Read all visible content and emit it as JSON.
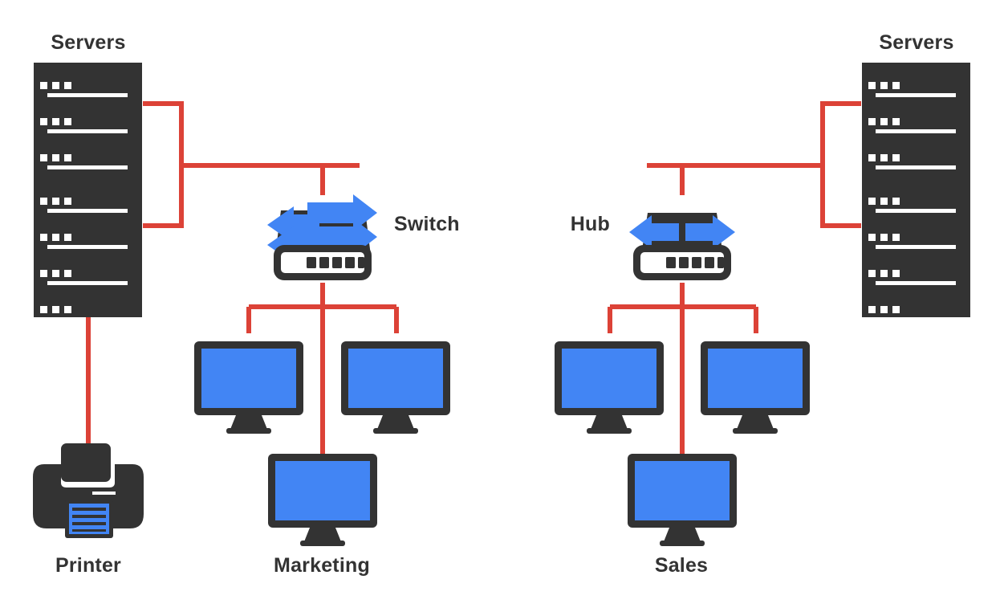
{
  "diagram": {
    "title": "Network topology diagram",
    "background": "#ffffff",
    "colors": {
      "dark": "#333333",
      "blue": "#4285F4",
      "red": "#DC4237",
      "white": "#ffffff"
    },
    "link_color": "#DC4237",
    "link_width": 6
  },
  "labels": {
    "servers_left": "Servers",
    "servers_right": "Servers",
    "switch": "Switch",
    "hub": "Hub",
    "printer": "Printer",
    "marketing": "Marketing",
    "sales": "Sales"
  },
  "nodes": {
    "servers_left_top": {
      "type": "server-rack",
      "units": 4,
      "leds": 3
    },
    "servers_left_bottom": {
      "type": "server-rack",
      "units": 4,
      "leds": 3
    },
    "servers_right_top": {
      "type": "server-rack",
      "units": 4,
      "leds": 3
    },
    "servers_right_bottom": {
      "type": "server-rack",
      "units": 4,
      "leds": 3
    },
    "switch": {
      "type": "network-switch",
      "ports": 5,
      "arrows": 4
    },
    "hub": {
      "type": "network-hub",
      "ports": 5,
      "arrows": 2
    },
    "printer": {
      "type": "printer",
      "sheet_lines": 4
    },
    "monitor_marketing_left": {
      "type": "monitor"
    },
    "monitor_marketing_right": {
      "type": "monitor"
    },
    "monitor_marketing_bottom": {
      "type": "monitor"
    },
    "monitor_sales_left": {
      "type": "monitor"
    },
    "monitor_sales_right": {
      "type": "monitor"
    },
    "monitor_sales_bottom": {
      "type": "monitor"
    }
  },
  "connections": [
    {
      "from": "servers_left_top",
      "to": "switch"
    },
    {
      "from": "servers_left_bottom",
      "to": "switch"
    },
    {
      "from": "servers_left_bottom",
      "to": "printer"
    },
    {
      "from": "switch",
      "to": "monitor_marketing_left"
    },
    {
      "from": "switch",
      "to": "monitor_marketing_right"
    },
    {
      "from": "switch",
      "to": "monitor_marketing_bottom"
    },
    {
      "from": "servers_right_top",
      "to": "hub"
    },
    {
      "from": "servers_right_bottom",
      "to": "hub"
    },
    {
      "from": "hub",
      "to": "monitor_sales_left"
    },
    {
      "from": "hub",
      "to": "monitor_sales_right"
    },
    {
      "from": "hub",
      "to": "monitor_sales_bottom"
    }
  ],
  "groups": [
    {
      "name": "marketing",
      "label": "Marketing",
      "device": "switch",
      "workstations": 3
    },
    {
      "name": "sales",
      "label": "Sales",
      "device": "hub",
      "workstations": 3
    }
  ]
}
